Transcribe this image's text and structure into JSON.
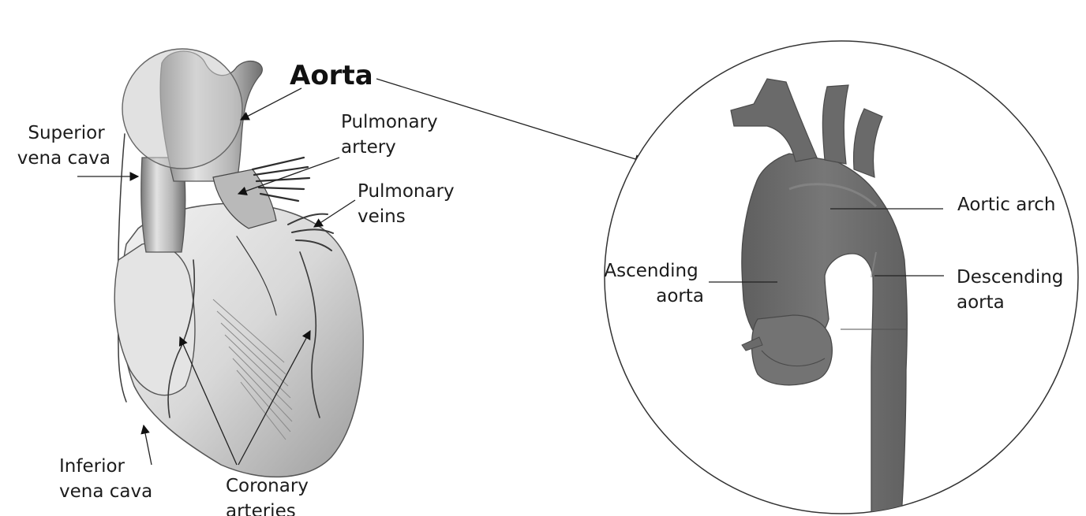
{
  "heart_labels": {
    "aorta": "Aorta",
    "superior_vena_cava": [
      "Superior",
      "vena cava"
    ],
    "pulmonary_artery": [
      "Pulmonary",
      "artery"
    ],
    "pulmonary_veins": [
      "Pulmonary",
      "veins"
    ],
    "inferior_vena_cava": [
      "Inferior",
      "vena cava"
    ],
    "coronary_arteries": [
      "Coronary",
      "arteries"
    ]
  },
  "aorta_detail_labels": {
    "aortic_arch": "Aortic arch",
    "ascending_aorta": [
      "Ascending",
      "aorta"
    ],
    "descending_aorta": [
      "Descending",
      "aorta"
    ]
  },
  "colors": {
    "aorta_fill": "#6d6d6d",
    "aorta_highlight": "#8a8a8a",
    "heart_light": "#e6e6e6",
    "heart_shade": "#9a9a9a",
    "zoom_circle": "#d9d9d9"
  }
}
